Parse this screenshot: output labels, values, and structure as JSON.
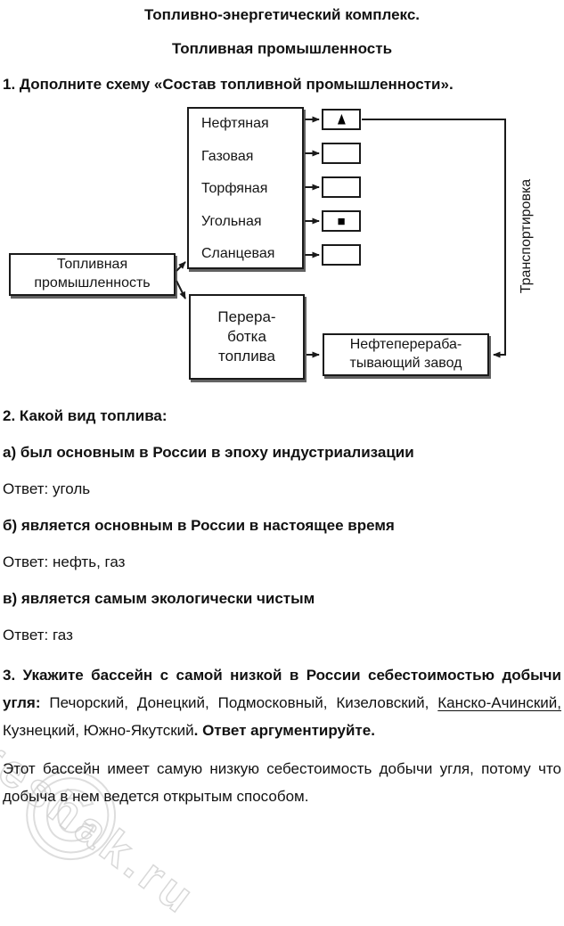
{
  "doc": {
    "title_line1": "Топливно-энергетический комплекс.",
    "title_line2": "Топливная промышленность"
  },
  "task1": {
    "heading": "1. Дополните схему «Состав топливной промышленности»."
  },
  "diagram": {
    "fuel_industry_box": "Топливная\nпромышленность",
    "industries": [
      "Нефтяная",
      "Газовая",
      "Торфяная",
      "Угольная",
      "Сланцевая"
    ],
    "processing_box": "Перера-\nботка\nтоплива",
    "refinery_box": "Нефтеперераба-\nтывающий завод",
    "transport_label": "Транспортировка",
    "oil_symbol": "▲",
    "coal_symbol": "■"
  },
  "task2": {
    "heading": "2. Какой вид топлива:",
    "question_a": "а) был основным в России в эпоху индустриализации",
    "answer_a": "Ответ: уголь",
    "question_b": "б) является основным в России в настоящее время",
    "answer_b": "Ответ: нефть, газ",
    "question_c": "в) является самым экологически чистым",
    "answer_c": "Ответ: газ"
  },
  "task3": {
    "bold_intro": "3. Укажите бассейн с самой низкой в России себестоимостью добычи угля: ",
    "basins_part1": "Печорский, Донецкий, Подмосковный, Кизеловский, ",
    "underlined_basin": "Канско-Ачинский,",
    "basins_part2": " Кузнецкий, Южно-Якутский",
    "bold_outro": ". Ответ аргументируйте.",
    "answer": "Этот бассейн имеет самую низкую себестоимость добычи угля, потому что добыча в нем ведется открытым способом."
  },
  "watermark": {
    "site": "reshak.ru",
    "copyright": "©"
  },
  "colors": {
    "text": "#111111",
    "diagram_line": "#1a1a1a",
    "watermark": "#cccccc"
  }
}
